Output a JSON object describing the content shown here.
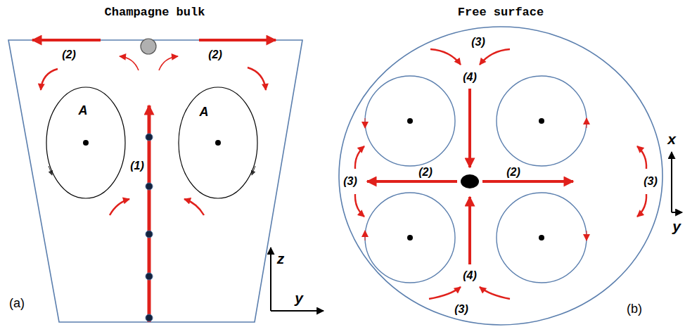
{
  "diagram": {
    "nodes": [
      {
        "text": [
          "A"
        ]
      },
      {
        "text": [
          "A"
        ]
      }
    ],
    "labels": [
      "Champagne bulk",
      "Free surface",
      "(2)",
      "(2)",
      "(1)",
      "z",
      "y",
      "(a)",
      "(3)",
      "(4)",
      "(3)",
      "(2)",
      "(2)",
      "(3)",
      "(4)",
      "(3)",
      "x",
      "y",
      "(b)"
    ]
  }
}
